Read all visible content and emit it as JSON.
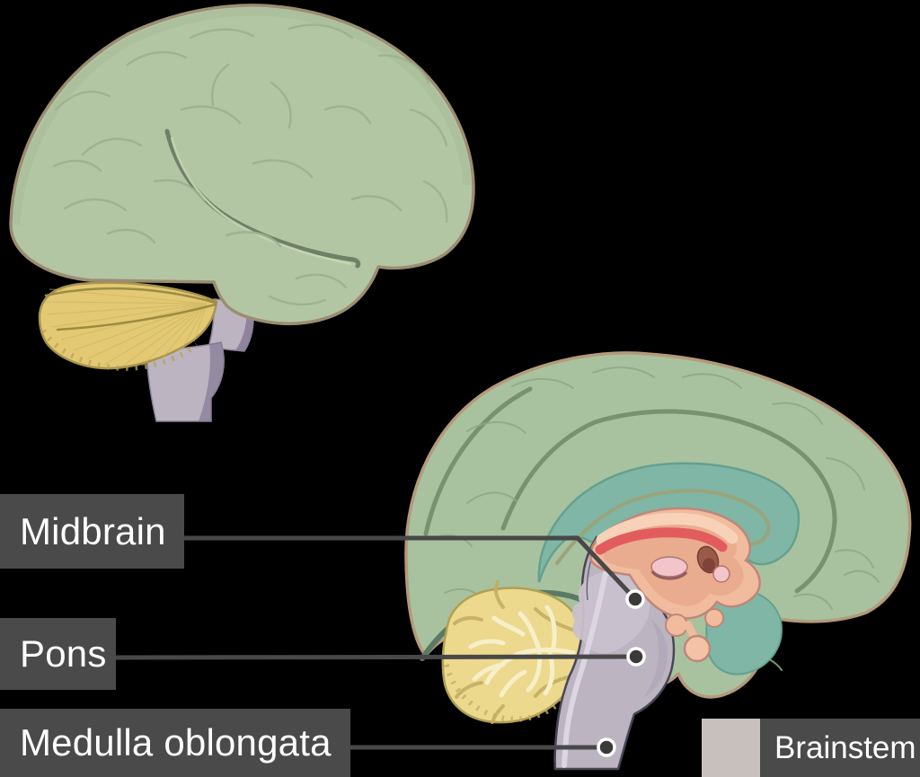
{
  "labels": [
    {
      "id": "midbrain",
      "text": "Midbrain"
    },
    {
      "id": "pons",
      "text": "Pons"
    },
    {
      "id": "medulla",
      "text": "Medulla oblongata"
    }
  ],
  "legend": {
    "label": "Brainstem",
    "swatch_color": "#c8c0bd"
  },
  "colors": {
    "background": "#000000",
    "label_box": "#4a4a4a",
    "label_text": "#ffffff",
    "leader_line": "#484848",
    "pointer_dot_fill": "#3a3a3a",
    "pointer_dot_ring": "#ffffff",
    "legend_swatch": "#c8c0bd",
    "cerebrum_green": "#b3c6a4",
    "cerebrum_rim_band": "#a9bd9a",
    "cortex_outline_tan_lateral": "#9c8d72",
    "cerebrum_green_sagittal": "#a8c2a0",
    "cortex_outline_tan": "#b49a7a",
    "sulcus_green": "#77936d",
    "gyri_line_lateral": "#9cb28f",
    "gyri_line_sagittal": "#8fa886",
    "ventricle_teal": "#7fb6a5",
    "teal_outline": "#66a08e",
    "fornix_tan": "#9aa47c",
    "tentorium_green": "#5b7a64",
    "cerebellum_yellow": "#e3c974",
    "cerebellum_outline": "#a8954b",
    "cerebellum_yellow_sagittal": "#ecd98d",
    "cerebellum_outline_sagittal": "#b1a052",
    "arbor_vitae_cream": "#f7efc8",
    "arbor_vitae_dark": "#c3ae62",
    "brainstem_gray": "#bdb4c2",
    "brainstem_gray_light": "#c9c1cf",
    "brainstem_outline": "#4a4656",
    "brainstem_stripe": "#dcd6e2",
    "thalamus_salmon": "#f1bb9e",
    "thalamus_inner": "#e9a98b",
    "thalamus_light": "#f7d2b8",
    "thalamus_outline": "#bf8779",
    "red_band": "#e25c5e",
    "pink_circle": "#f1c5ca",
    "brown_knob": "#9b594a",
    "pituitary": "#f4c2a7"
  }
}
